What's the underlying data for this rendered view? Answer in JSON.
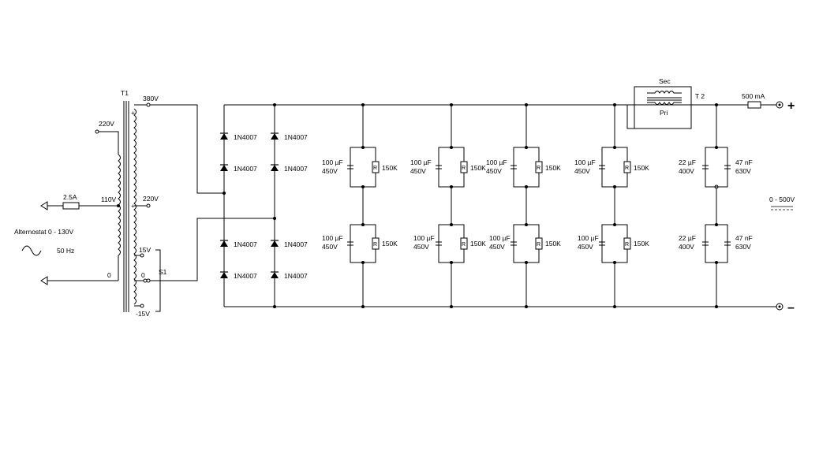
{
  "transformer1": {
    "name": "T1",
    "taps": [
      "380V",
      "220V",
      "110V",
      "220V",
      "15V",
      "0",
      "-15V",
      "0"
    ],
    "tap_signs": [
      "+",
      "+"
    ],
    "switch_label": "S1"
  },
  "input": {
    "fuse": "2.5A",
    "source_label": "Alternostat 0 - 130V",
    "frequency": "50 Hz"
  },
  "bridge": {
    "diodes": [
      "1N4007",
      "1N4007",
      "1N4007",
      "1N4007",
      "1N4007",
      "1N4007",
      "1N4007",
      "1N4007"
    ]
  },
  "filter": {
    "stages": [
      {
        "cap_value": "100 µF",
        "cap_voltage": "450V",
        "resistor": "150K"
      },
      {
        "cap_value": "100 µF",
        "cap_voltage": "450V",
        "resistor": "150K"
      },
      {
        "cap_value": "100 µF",
        "cap_voltage": "450V",
        "resistor": "150K"
      },
      {
        "cap_value": "100 µF",
        "cap_voltage": "450V",
        "resistor": "150K"
      },
      {
        "cap_value": "100 µF",
        "cap_voltage": "450V",
        "resistor": "150K"
      },
      {
        "cap_value": "100 µF",
        "cap_voltage": "450V",
        "resistor": "150K"
      },
      {
        "cap_value": "100 µF",
        "cap_voltage": "450V",
        "resistor": "150K"
      },
      {
        "cap_value": "100 µF",
        "cap_voltage": "450V",
        "resistor": "150K"
      }
    ],
    "resistor_symbol": "R",
    "final": [
      {
        "elec": "22 µF",
        "elec_v": "400V",
        "film": "47 nF",
        "film_v": "630V"
      },
      {
        "elec": "22 µF",
        "elec_v": "400V",
        "film": "47 nF",
        "film_v": "630V"
      }
    ]
  },
  "transformer2": {
    "name": "T 2",
    "sec": "Sec",
    "pri": "Pri"
  },
  "output": {
    "fuse": "500 mA",
    "plus": "+",
    "minus": "–",
    "range": "0 - 500V"
  }
}
